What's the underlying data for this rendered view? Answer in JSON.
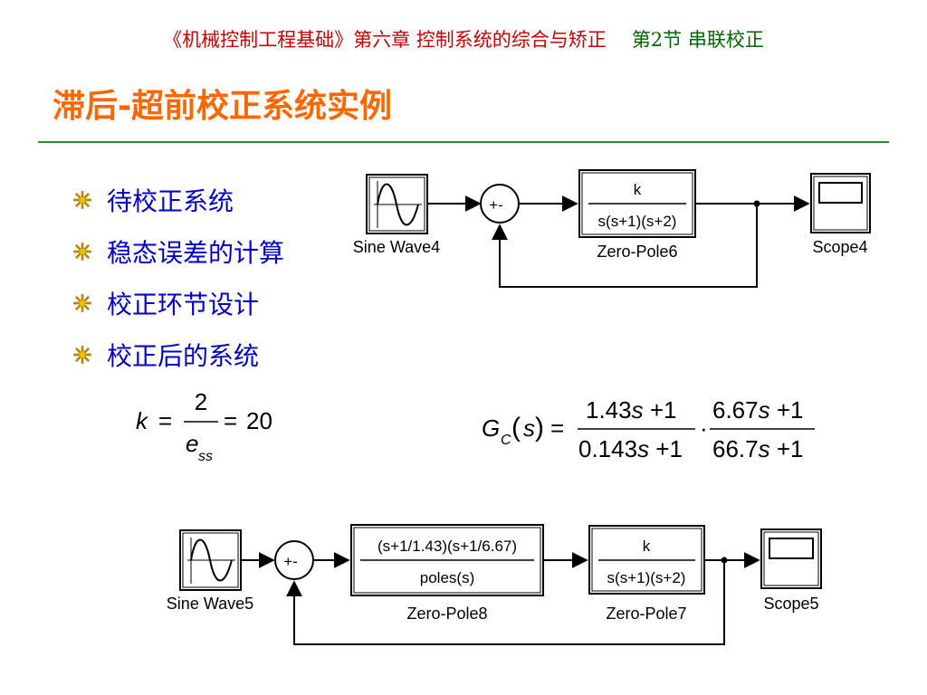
{
  "header": {
    "course": "《机械控制工程基础》第六章  控制系统的综合与矫正",
    "section": "第2节 串联校正"
  },
  "title": "滞后-超前校正系统实例",
  "bullets": [
    "待校正系统",
    "稳态误差的计算",
    "校正环节设计",
    "校正后的系统"
  ],
  "diagram1": {
    "source_label": "Sine Wave4",
    "block_num": "k",
    "block_den": "s(s+1)(s+2)",
    "block_label": "Zero-Pole6",
    "scope_label": "Scope4",
    "sum_signs": "+-"
  },
  "formula_k": {
    "lhs": "k",
    "num": "2",
    "den": "e",
    "den_sub": "ss",
    "rhs": "20"
  },
  "formula_gc": {
    "lhs": "G",
    "lhs_sub": "C",
    "arg": "s",
    "num1": "1.43",
    "den1": "0.143",
    "num2": "6.67",
    "den2": "66.7"
  },
  "diagram2": {
    "source_label": "Sine Wave5",
    "comp_num": "(s+1/1.43)(s+1/6.67)",
    "comp_den": "poles(s)",
    "comp_label": "Zero-Pole8",
    "block_num": "k",
    "block_den": "s(s+1)(s+2)",
    "block_label": "Zero-Pole7",
    "scope_label": "Scope5",
    "sum_signs": "+-"
  }
}
